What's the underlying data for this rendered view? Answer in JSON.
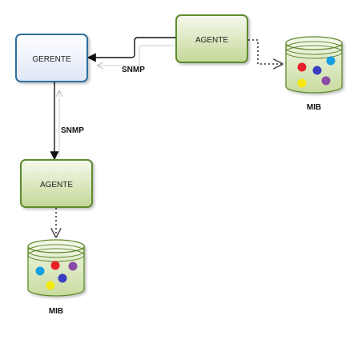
{
  "nodes": {
    "manager": {
      "label": "GERENTE"
    },
    "agent_top": {
      "label": "AGENTE"
    },
    "agent_bottom": {
      "label": "AGENTE"
    }
  },
  "databases": {
    "mib_top": {
      "label": "MIB"
    },
    "mib_bottom": {
      "label": "MIB"
    }
  },
  "connections": {
    "horizontal": {
      "label": "SNMP"
    },
    "vertical": {
      "label": "SNMP"
    }
  },
  "colors": {
    "manager_border": "#2f6f9f",
    "manager_fill_top": "#ffffff",
    "manager_fill_bottom": "#dfe7f8",
    "agent_border": "#5f8a2e",
    "agent_fill_top": "#f4f8ea",
    "agent_fill_bottom": "#c6d99a",
    "dot_red": "#e8202a",
    "dot_blue": "#3a3fc2",
    "dot_cyan": "#159fe0",
    "dot_yellow": "#f4e80c",
    "dot_purple": "#8a4aa8"
  }
}
